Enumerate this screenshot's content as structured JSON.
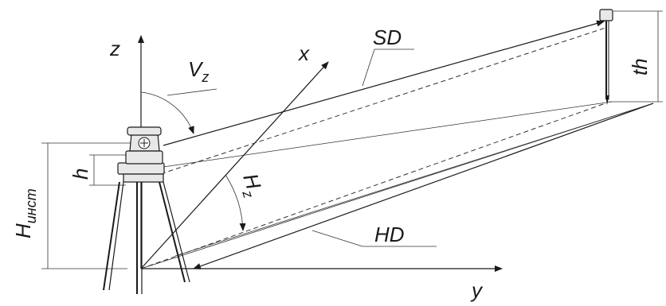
{
  "labels": {
    "axis_z": "z",
    "axis_x": "x",
    "axis_y": "y",
    "vz_main": "V",
    "vz_sub": "z",
    "sd": "SD",
    "hd": "HD",
    "th": "th",
    "h": "h",
    "hz_main": "H",
    "hz_sub": "z",
    "hinst_main": "H",
    "hinst_sub": "инст"
  }
}
